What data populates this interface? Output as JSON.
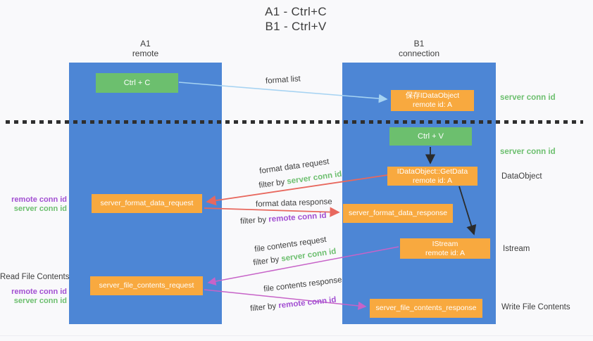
{
  "title": {
    "line1": "A1 - Ctrl+C",
    "line2": "B1 - Ctrl+V"
  },
  "lanes": {
    "a1": {
      "name": "A1",
      "subtitle": "remote"
    },
    "b1": {
      "name": "B1",
      "subtitle": "connection"
    }
  },
  "boxes": {
    "ctrl_c": {
      "label": "Ctrl + C"
    },
    "save_dataobject": {
      "line1": "保存IDataObject",
      "line2": "remote id: A"
    },
    "ctrl_v": {
      "label": "Ctrl + V"
    },
    "getdata": {
      "line1": "IDataObject::GetData",
      "line2": "remote id: A"
    },
    "format_request": {
      "label": "server_format_data_request"
    },
    "format_response": {
      "label": "server_format_data_response"
    },
    "istream": {
      "line1": "IStream",
      "line2": "remote id: A"
    },
    "file_request": {
      "label": "server_file_contents_request"
    },
    "file_response": {
      "label": "server_file_contents_response"
    }
  },
  "flow_labels": {
    "format_list": "format list",
    "format_data_request": "format data request",
    "format_data_response": "format data response",
    "file_contents_request": "file contents request",
    "file_contents_response": "file contents response",
    "filter_by": "filter by",
    "server_conn_id": "server conn id",
    "remote_conn_id": "remote conn id"
  },
  "side_labels": {
    "right": {
      "server_conn_id_1": "server conn id",
      "server_conn_id_2": "server conn id",
      "dataobject": "DataObject",
      "istream": "Istream",
      "write_file_contents": "Write File Contents"
    },
    "left": {
      "remote_conn_id_1": "remote conn id",
      "server_conn_id_1": "server conn id",
      "read_file_contents": "Read File Contents",
      "remote_conn_id_2": "remote conn id",
      "server_conn_id_2": "server conn id"
    }
  },
  "colors": {
    "column_blue": "#4d86d5",
    "box_green": "#6cbf6e",
    "box_orange": "#f8a93f",
    "arrow_red": "#e8685e",
    "arrow_magenta": "#c763c8",
    "arrow_lightblue": "#a6d3f2",
    "text_green": "#6dbf6f",
    "text_purple": "#a24fd2",
    "text_dark": "#3d3d3d",
    "dash_color": "#2f2f2f",
    "bg": "#f9f9fb"
  }
}
